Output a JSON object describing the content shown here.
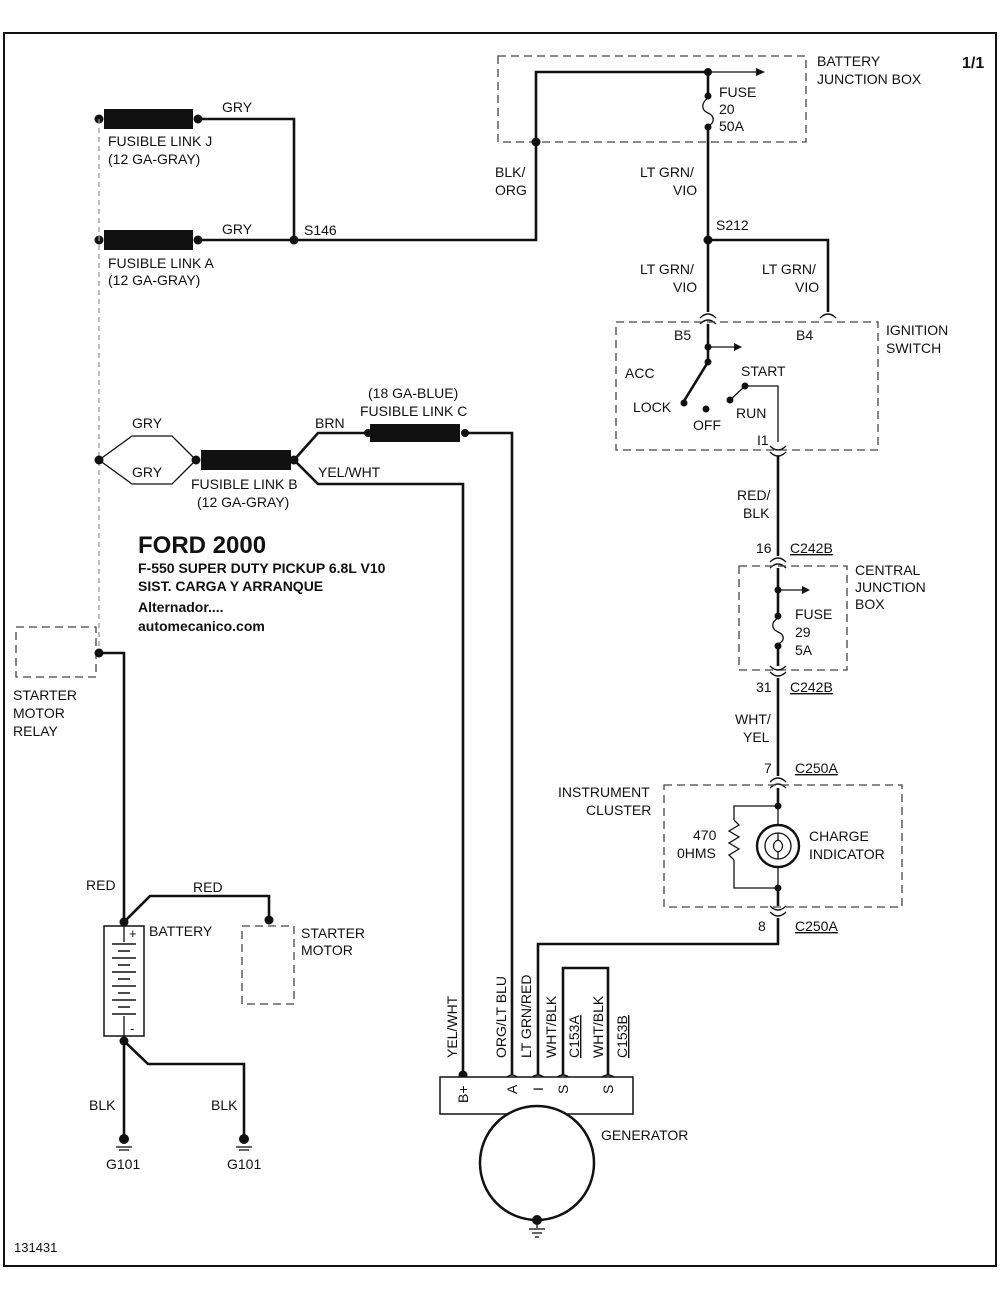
{
  "page": {
    "number": "1/1",
    "id": "131431"
  },
  "title": {
    "main": "FORD 2000",
    "line1": "F-550 SUPER DUTY PICKUP 6.8L V10",
    "line2": "SIST. CARGA Y ARRANQUE",
    "line3": "Alternador....",
    "line4": "automecanico.com"
  },
  "battery_junction_box": {
    "label1": "BATTERY",
    "label2": "JUNCTION BOX",
    "fuse_label": "FUSE",
    "fuse_number": "20",
    "fuse_rating": "50A"
  },
  "fusible_links": {
    "j_name": "FUSIBLE LINK J",
    "j_spec": "(12 GA-GRAY)",
    "a_name": "FUSIBLE LINK A",
    "a_spec": "(12 GA-GRAY)",
    "b_name": "FUSIBLE LINK B",
    "b_spec": "(12 GA-GRAY)",
    "c_spec": "(18 GA-BLUE)",
    "c_name": "FUSIBLE LINK C"
  },
  "wires": {
    "gry_j": "GRY",
    "gry_a": "GRY",
    "gry_upper": "GRY",
    "gry_lower": "GRY",
    "brn": "BRN",
    "yel_wht": "YEL/WHT",
    "blk_org_1": "BLK/",
    "blk_org_2": "ORG",
    "ltgrn_vio_top_1": "LT GRN/",
    "ltgrn_vio_top_2": "VIO",
    "ltgrn_vio_left_1": "LT GRN/",
    "ltgrn_vio_left_2": "VIO",
    "ltgrn_vio_right_1": "LT GRN/",
    "ltgrn_vio_right_2": "VIO",
    "red_blk_1": "RED/",
    "red_blk_2": "BLK",
    "wht_yel_1": "WHT/",
    "wht_yel_2": "YEL",
    "red_batt_1": "RED",
    "red_batt_2": "RED",
    "blk_1": "BLK",
    "blk_2": "BLK",
    "gen_yel_wht": "YEL/WHT",
    "gen_org_ltblu": "ORG/LT BLU",
    "gen_ltgrn_red": "LT GRN/RED",
    "gen_wht_blk_1": "WHT/BLK",
    "gen_c153a": "C153A",
    "gen_wht_blk_2": "WHT/BLK",
    "gen_c153b": "C153B"
  },
  "splices": {
    "s146": "S146",
    "s212": "S212"
  },
  "ignition_switch": {
    "label1": "IGNITION",
    "label2": "SWITCH",
    "pin_b5": "B5",
    "pin_b4": "B4",
    "pin_i1": "I1",
    "acc": "ACC",
    "lock": "LOCK",
    "off": "OFF",
    "start": "START",
    "run": "RUN"
  },
  "connectors": {
    "c242b_top_pin": "16",
    "c242b_top": "C242B",
    "c242b_bot_pin": "31",
    "c242b_bot": "C242B",
    "c250a_top_pin": "7",
    "c250a_top": "C250A",
    "c250a_bot_pin": "8",
    "c250a_bot": "C250A"
  },
  "central_junction_box": {
    "label1": "CENTRAL",
    "label2": "JUNCTION",
    "label3": "BOX",
    "fuse_label": "FUSE",
    "fuse_number": "29",
    "fuse_rating": "5A"
  },
  "instrument_cluster": {
    "label1": "INSTRUMENT",
    "label2": "CLUSTER",
    "resistor_value": "470",
    "resistor_unit": "0HMS",
    "indicator1": "CHARGE",
    "indicator2": "INDICATOR"
  },
  "starter_relay": {
    "label1": "STARTER",
    "label2": "MOTOR",
    "label3": "RELAY"
  },
  "battery": {
    "label": "BATTERY",
    "plus": "+",
    "minus": "-"
  },
  "starter_motor": {
    "label1": "STARTER",
    "label2": "MOTOR"
  },
  "grounds": {
    "g1": "G101",
    "g2": "G101"
  },
  "generator": {
    "label": "GENERATOR",
    "term_bplus": "B+",
    "term_a": "A",
    "term_i": "I",
    "term_s1": "S",
    "term_s2": "S"
  }
}
